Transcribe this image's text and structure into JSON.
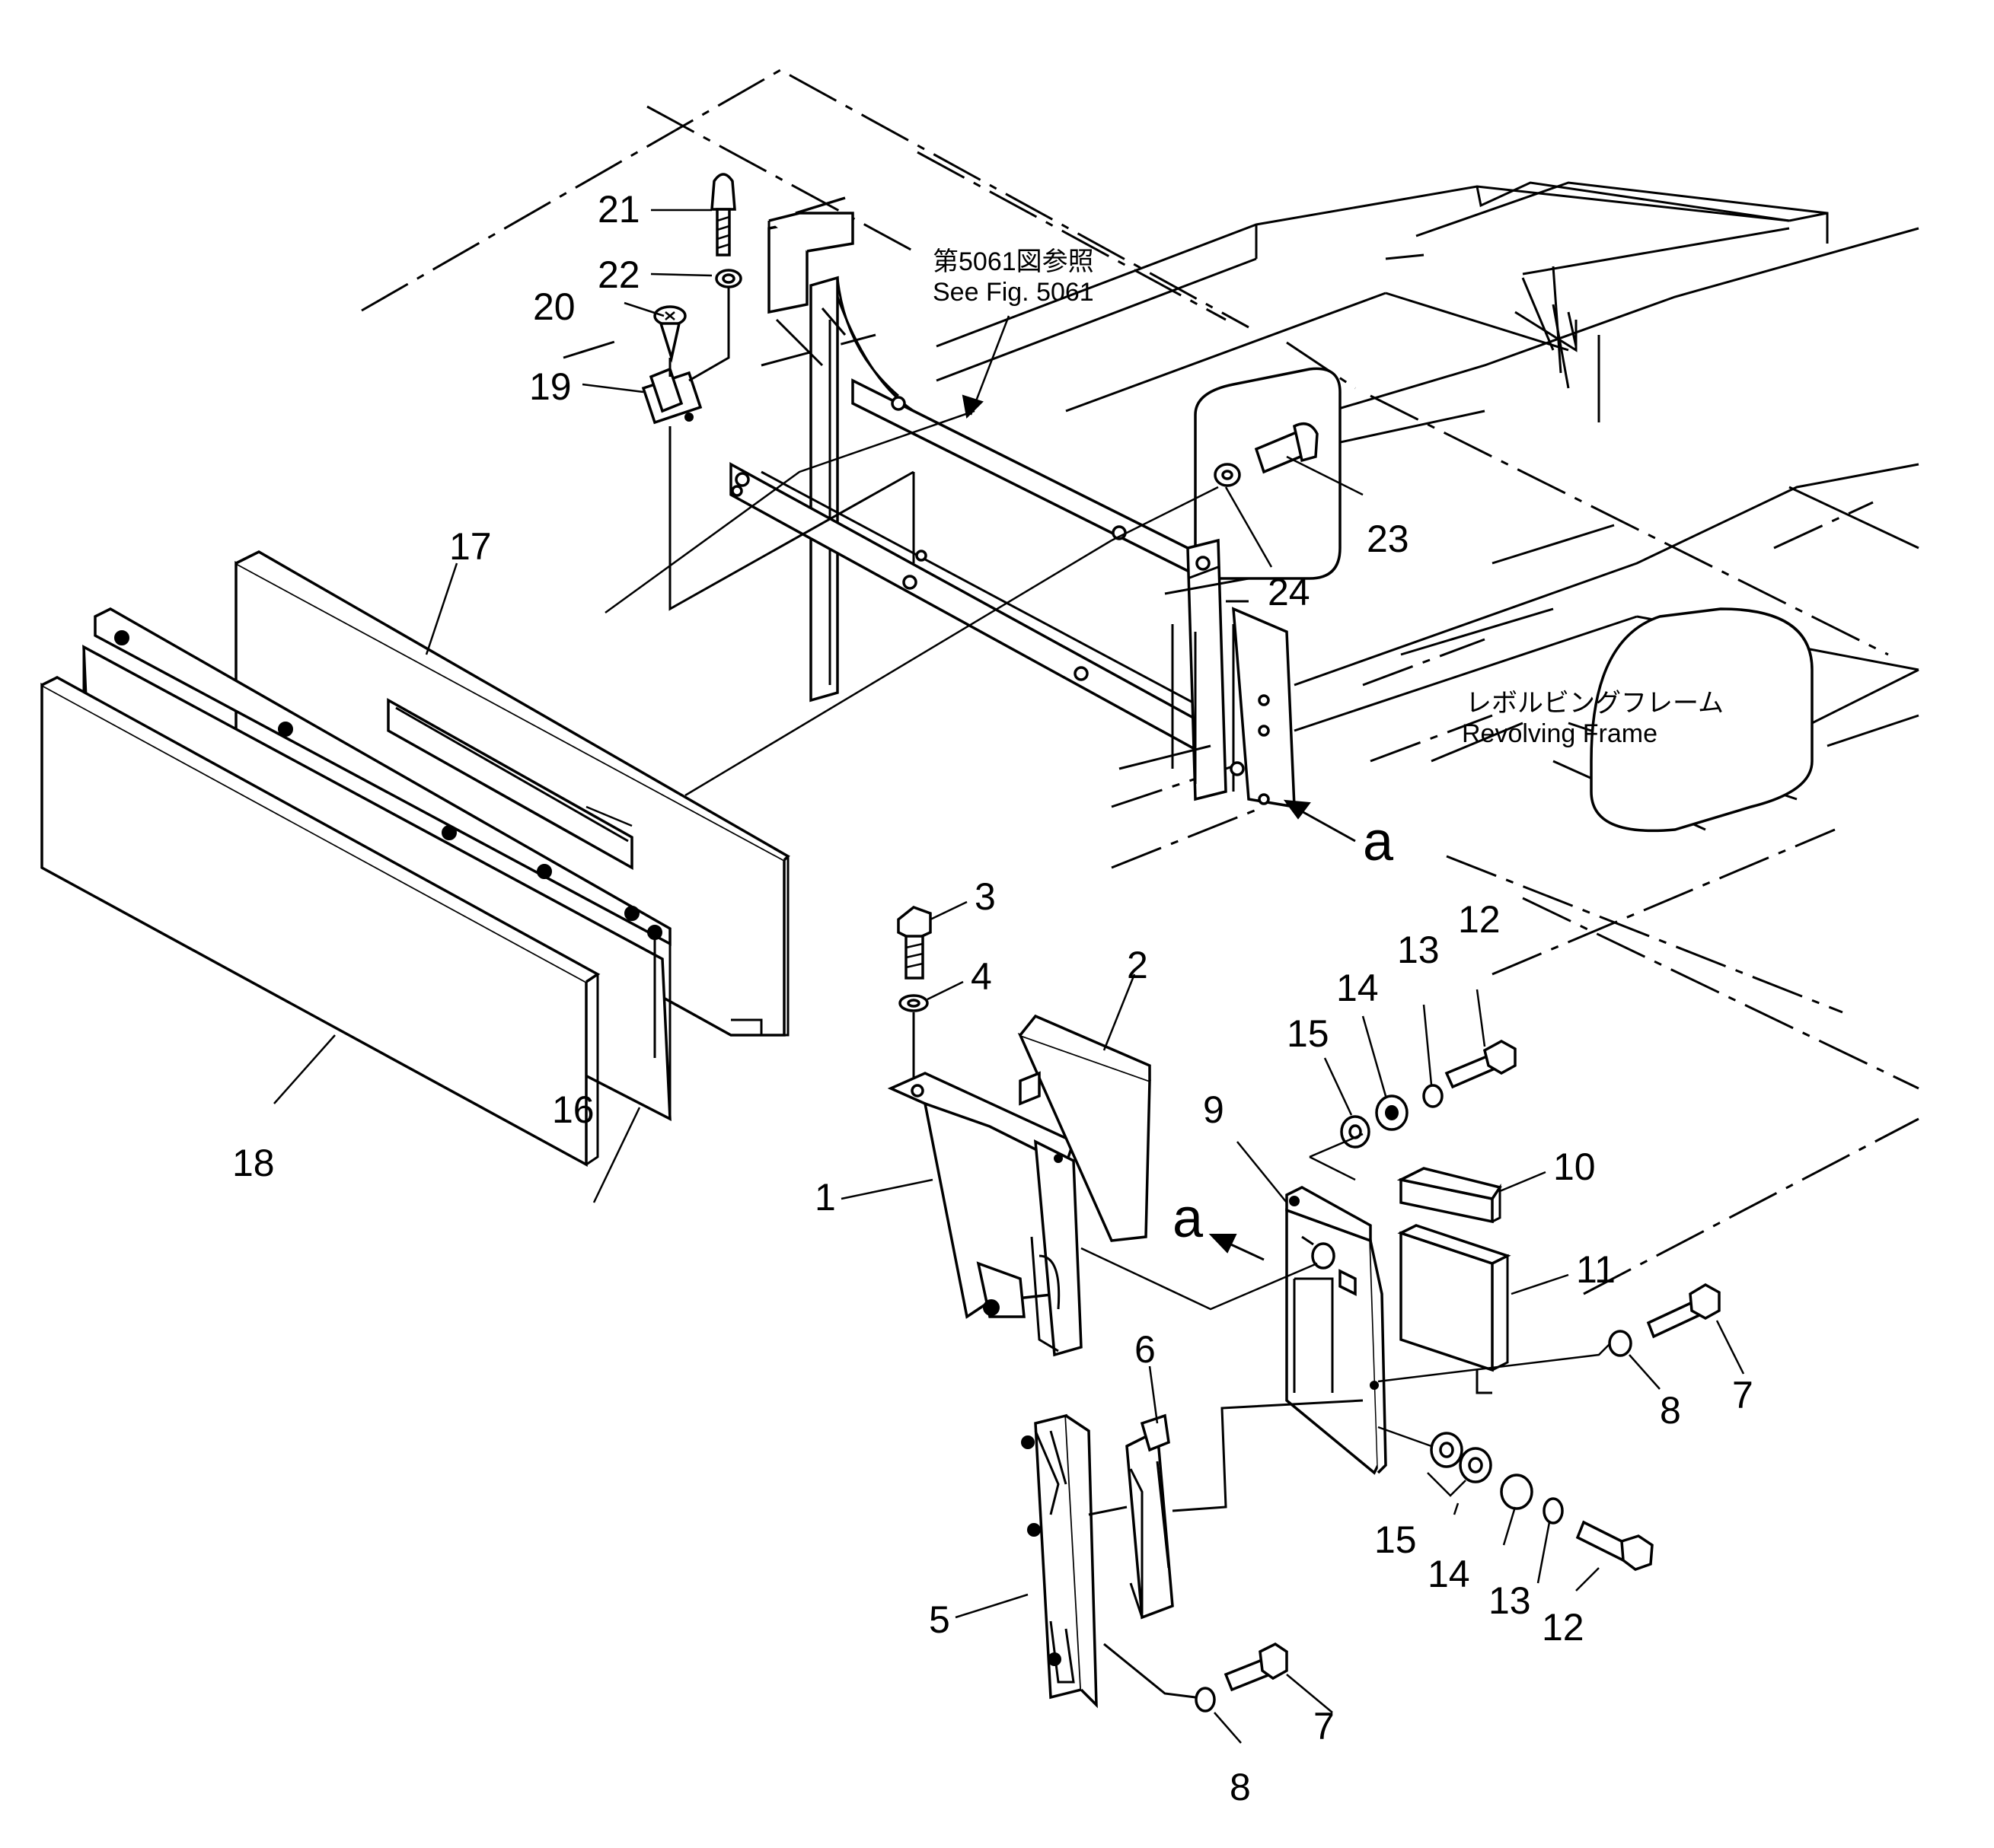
{
  "callouts": {
    "c1": "1",
    "c2": "2",
    "c3": "3",
    "c4": "4",
    "c5": "5",
    "c6": "6",
    "c7a": "7",
    "c7b": "7",
    "c8a": "8",
    "c8b": "8",
    "c9": "9",
    "c10": "10",
    "c11": "11",
    "c12a": "12",
    "c12b": "12",
    "c13a": "13",
    "c13b": "13",
    "c14a": "14",
    "c14b": "14",
    "c15a": "15",
    "c15b": "15",
    "c16": "16",
    "c17": "17",
    "c18": "18",
    "c19": "19",
    "c20": "20",
    "c21": "21",
    "c22": "22",
    "c23": "23",
    "c24": "24"
  },
  "view_marks": {
    "a_upper": "a",
    "a_lower": "a"
  },
  "notes": {
    "see_fig_jp": "第5061図参照",
    "see_fig_en": "See Fig. 5061",
    "frame_jp": "レボルビングフレーム",
    "frame_en": "Revolving Frame"
  }
}
